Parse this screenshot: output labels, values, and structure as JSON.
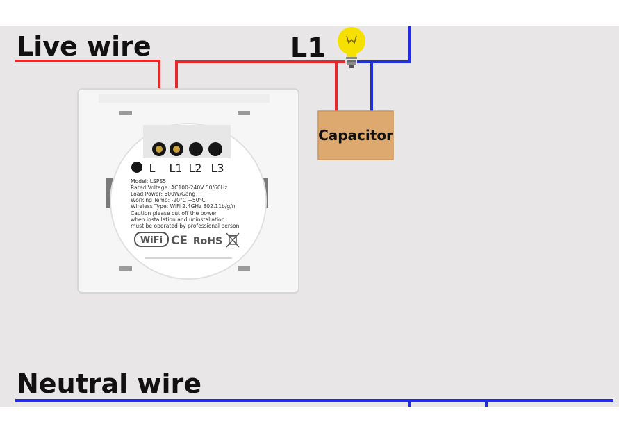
{
  "labels": {
    "live_wire": "Live wire",
    "neutral_wire": "Neutral wire",
    "l1": "L1",
    "capacitor": "Capacitor"
  },
  "terminals": [
    "L",
    "L1",
    "L2",
    "L3"
  ],
  "device_info": {
    "lines": [
      "Model: LSPS5",
      "Rated Voltage: AC100-240V 50/60Hz",
      "Load Power: 600W/Gang",
      "Working Temp: -20°C ~50°C",
      "Wireless Type: WiFi 2.4GHz 802.11b/g/n",
      "Caution please cut off the power",
      "when installation and uninstallation",
      "must be operated by professional person"
    ],
    "wifi_mark": "WiFi",
    "ce_mark": "CE",
    "rohs_mark": "RoHS"
  },
  "colors": {
    "background": "#e9e6e8",
    "live": "#e8262b",
    "neutral": "#1f2ee0",
    "capacitor_fill": "#dda96e",
    "capacitor_border": "#c9955a",
    "bulb": "#f5e000",
    "panel": "#f7f7f7",
    "text": "#111111"
  },
  "icons": {
    "bulb": "lightbulb-icon",
    "wifi": "wifi-icon",
    "ce": "ce-mark-icon",
    "rohs": "rohs-mark-icon",
    "bin": "crossed-bin-icon"
  }
}
